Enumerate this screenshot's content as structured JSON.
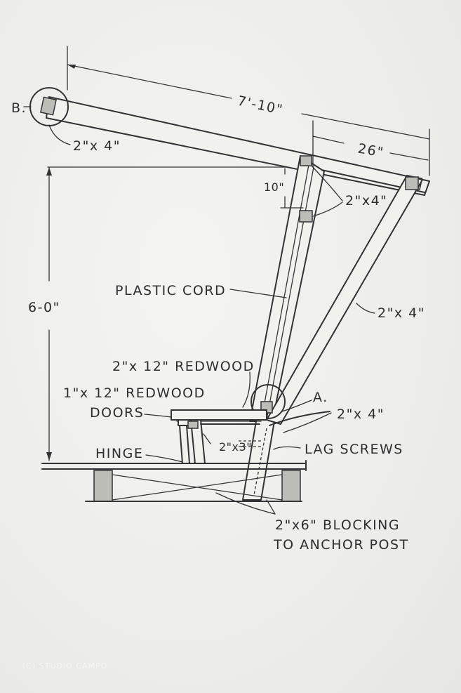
{
  "labels": {
    "point_b": "B.",
    "point_a": "A.",
    "dim_overall": "7'-10\"",
    "dim_overhang": "26\"",
    "dim_height": "6-0\"",
    "dim_ten": "10\"",
    "stud_top_left": "2\"x 4\"",
    "stud_upper_right": "2\"x4\"",
    "stud_brace": "2\"x 4\"",
    "stud_post": "2\"x 4\"",
    "plastic_cord": "PLASTIC CORD",
    "redwood_seat": "2\"x 12\" REDWOOD",
    "redwood_doors_line1": "1\"x 12\" REDWOOD",
    "redwood_doors_line2": "DOORS",
    "hinge": "HINGE",
    "cleat": "2\"x3\"",
    "lag_screws": "LAG SCREWS",
    "blocking_line1": "2\"x6\" BLOCKING",
    "blocking_line2": "TO ANCHOR POST"
  },
  "watermark": "(C) STUDIO CAMPO",
  "colors": {
    "ink": "#333336",
    "paper": "#eeeeec",
    "hatch": "#bdbdb8"
  }
}
